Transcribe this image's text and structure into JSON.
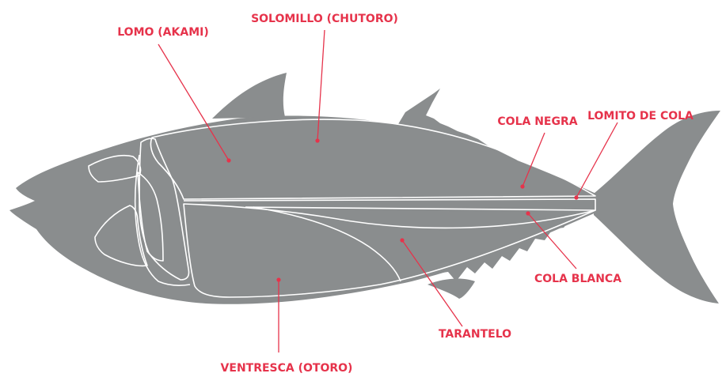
{
  "colors": {
    "fish": "#8a8d8e",
    "outline": "#ffffff",
    "accent": "#e6334b",
    "background": "#ffffff"
  },
  "labels": {
    "lomo": "LOMO (AKAMI)",
    "solomillo": "SOLOMILLO (CHUTORO)",
    "cola_negra": "COLA NEGRA",
    "lomito_de_cola": "LOMITO DE COLA",
    "cola_blanca": "COLA BLANCA",
    "tarantelo": "TARANTELO",
    "ventresca": "VENTRESCA (OTORO)"
  }
}
